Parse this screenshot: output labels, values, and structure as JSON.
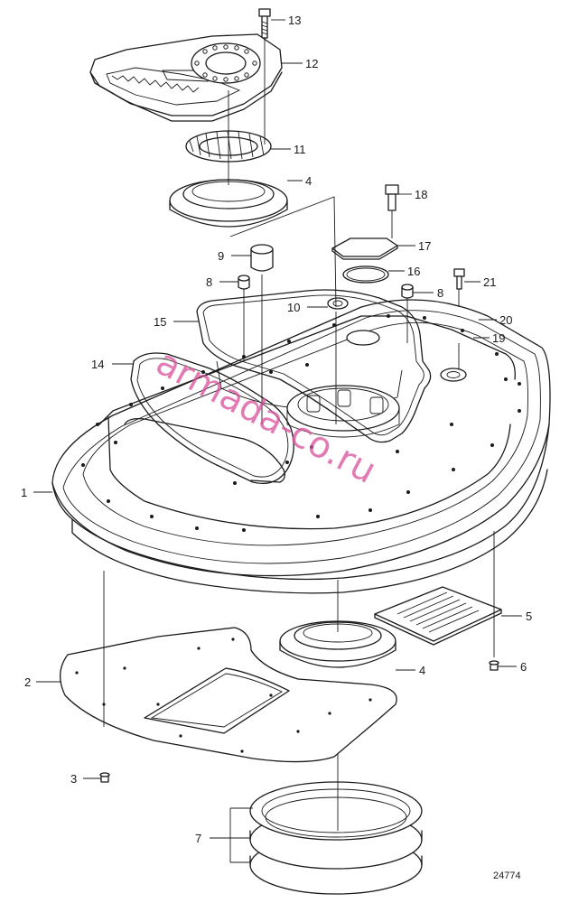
{
  "callouts": {
    "c1": "1",
    "c2": "2",
    "c3": "3",
    "c4a": "4",
    "c4b": "4",
    "c5": "5",
    "c6": "6",
    "c7": "7",
    "c8a": "8",
    "c8b": "8",
    "c9": "9",
    "c10": "10",
    "c11": "11",
    "c12": "12",
    "c13": "13",
    "c14": "14",
    "c15": "15",
    "c16": "16",
    "c17": "17",
    "c18": "18",
    "c19": "19",
    "c20": "20",
    "c21": "21"
  },
  "drawing_number": "24774",
  "watermark": "armada-co.ru",
  "colors": {
    "line": "#1a1a1a",
    "watermark": "#d94f9a",
    "background": "#ffffff"
  }
}
